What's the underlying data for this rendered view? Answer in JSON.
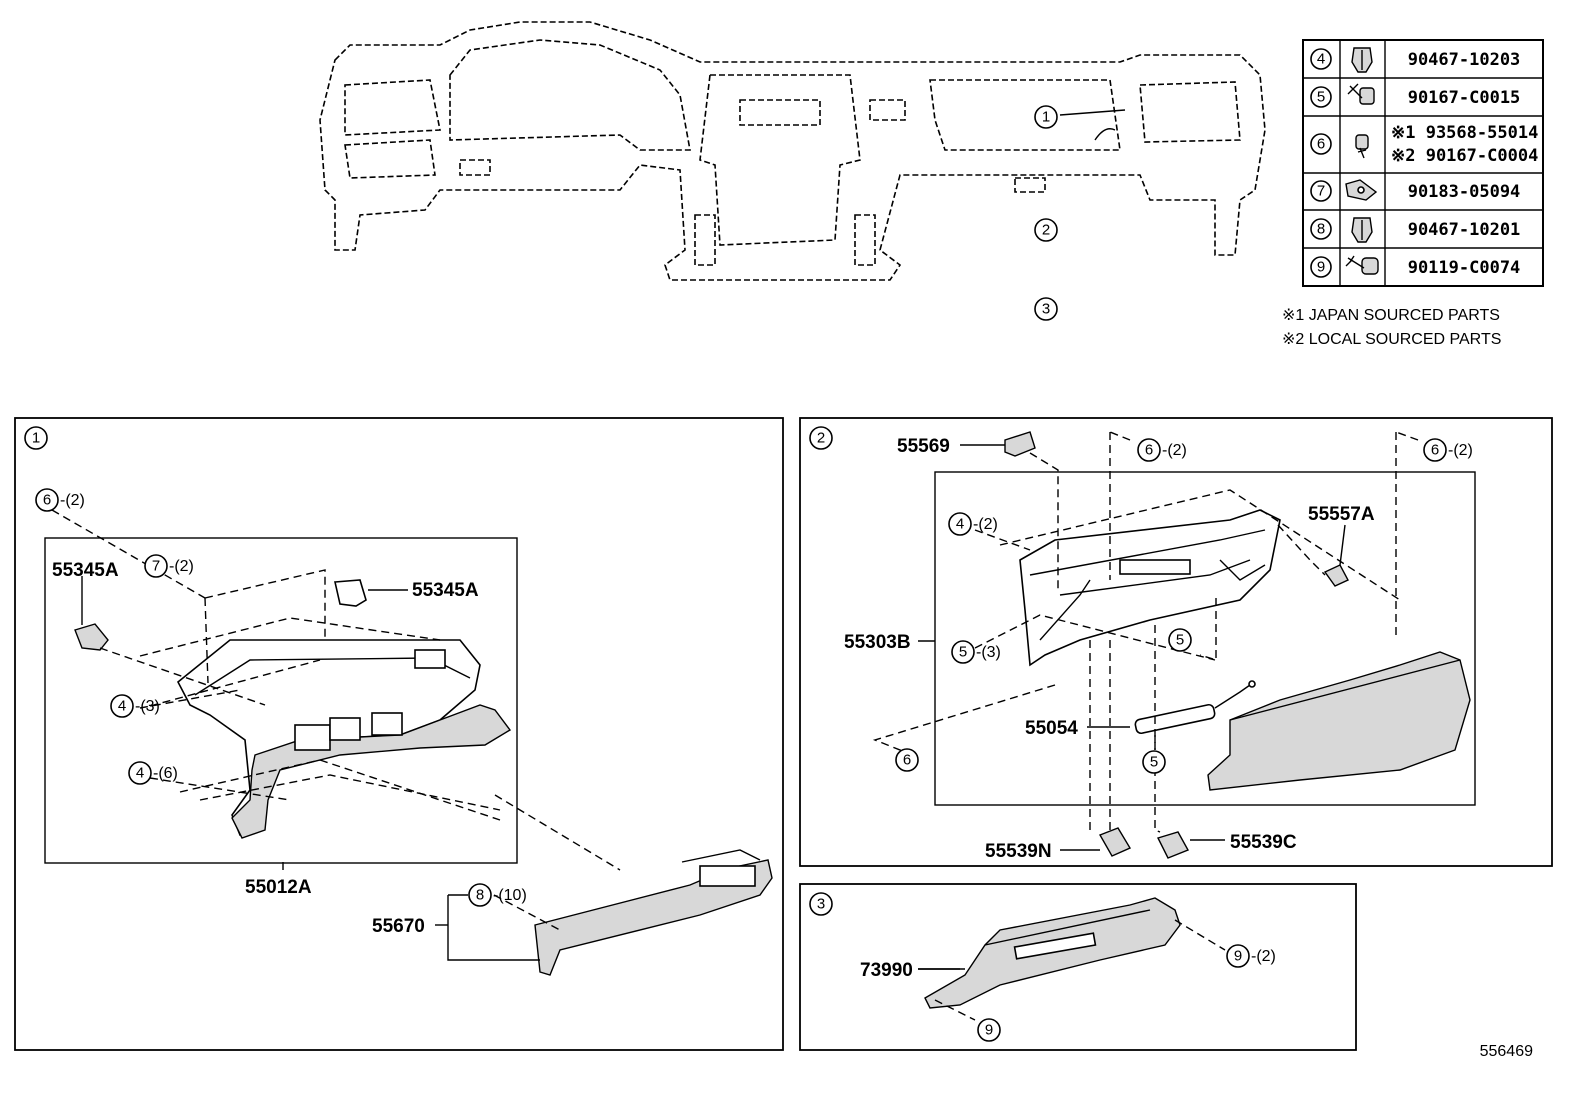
{
  "diagram_id": "556469",
  "fastener_table": [
    {
      "ref": "4",
      "icon": "clip-icon",
      "part_no": "90467-10203"
    },
    {
      "ref": "5",
      "icon": "screw-icon",
      "part_no": "90167-C0015"
    },
    {
      "ref": "6",
      "icon": "screw-icon",
      "part_no_lines": [
        "※1 93568-55014",
        "※2 90167-C0004"
      ]
    },
    {
      "ref": "7",
      "icon": "nut-clip-icon",
      "part_no": "90183-05094"
    },
    {
      "ref": "8",
      "icon": "clip-icon",
      "part_no": "90467-10201"
    },
    {
      "ref": "9",
      "icon": "screw-icon",
      "part_no": "90119-C0074"
    }
  ],
  "notes": [
    "※1 JAPAN SOURCED PARTS",
    "※2 LOCAL SOURCED PARTS"
  ],
  "overview": {
    "callouts": [
      "1",
      "2",
      "3"
    ]
  },
  "panel_1": {
    "id": "1",
    "labels": {
      "p55345a_left": "55345A",
      "p55345a_right": "55345A",
      "p55012a": "55012A",
      "p55670": "55670"
    },
    "callouts": [
      {
        "ref": "6",
        "qty": "-(2)"
      },
      {
        "ref": "7",
        "qty": "-(2)"
      },
      {
        "ref": "4",
        "qty": "-(3)"
      },
      {
        "ref": "4",
        "qty": "-(6)"
      },
      {
        "ref": "8",
        "qty": "-(10)"
      }
    ]
  },
  "panel_2": {
    "id": "2",
    "labels": {
      "p55569": "55569",
      "p55557a": "55557A",
      "p55303b": "55303B",
      "p55054": "55054",
      "p55539n": "55539N",
      "p55539c": "55539C"
    },
    "callouts": [
      {
        "ref": "6",
        "qty": "-(2)"
      },
      {
        "ref": "6",
        "qty": "-(2)"
      },
      {
        "ref": "4",
        "qty": "-(2)"
      },
      {
        "ref": "5",
        "qty": "-(3)"
      },
      {
        "ref": "5",
        "qty": ""
      },
      {
        "ref": "5",
        "qty": ""
      },
      {
        "ref": "6",
        "qty": ""
      }
    ]
  },
  "panel_3": {
    "id": "3",
    "labels": {
      "p73990": "73990"
    },
    "callouts": [
      {
        "ref": "9",
        "qty": "-(2)"
      },
      {
        "ref": "9",
        "qty": ""
      }
    ]
  }
}
